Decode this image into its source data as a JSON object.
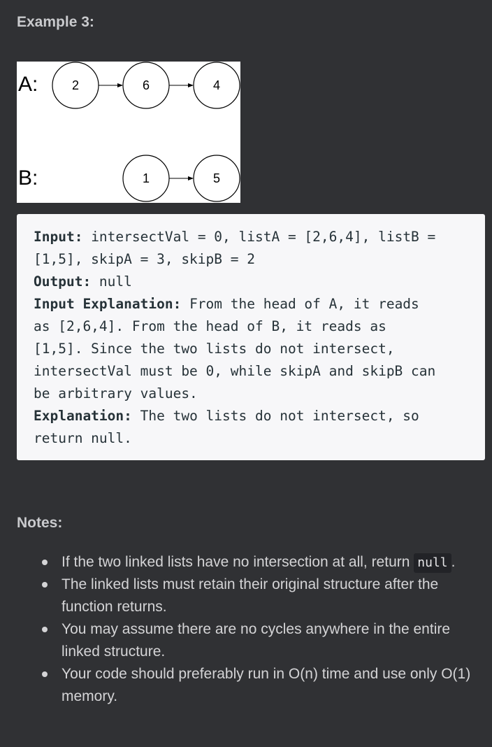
{
  "example": {
    "title": "Example 3:"
  },
  "figure": {
    "list_a_label": "A:",
    "list_b_label": "B:",
    "list_a_nodes": [
      "2",
      "6",
      "4"
    ],
    "list_b_nodes": [
      "1",
      "5"
    ]
  },
  "code": {
    "input_label": "Input:",
    "input_line1": " intersectVal = 0, listA = [2,6,4], listB =",
    "input_line2": "[1,5], skipA = 3, skipB = 2",
    "output_label": "Output:",
    "output_value": " null",
    "input_explanation_label": "Input Explanation:",
    "input_explanation_line1": " From the head of A, it reads",
    "input_explanation_line2": "as [2,6,4]. From the head of B, it reads as",
    "input_explanation_line3": "[1,5]. Since the two lists do not intersect,",
    "input_explanation_line4": "intersectVal must be 0, while skipA and skipB can",
    "input_explanation_line5": "be arbitrary values.",
    "explanation_label": "Explanation:",
    "explanation_line1": " The two lists do not intersect, so",
    "explanation_line2": "return null."
  },
  "notes": {
    "title": "Notes:",
    "item1_text": "If the two linked lists have no intersection at all, return",
    "item1_code": "null",
    "item1_suffix": ".",
    "item2_text": "The linked lists must retain their original structure after the function returns.",
    "item3_text": "You may assume there are no cycles anywhere in the entire linked structure.",
    "item4_text": "Your code should preferably run in O(n) time and use only O(1) memory."
  }
}
